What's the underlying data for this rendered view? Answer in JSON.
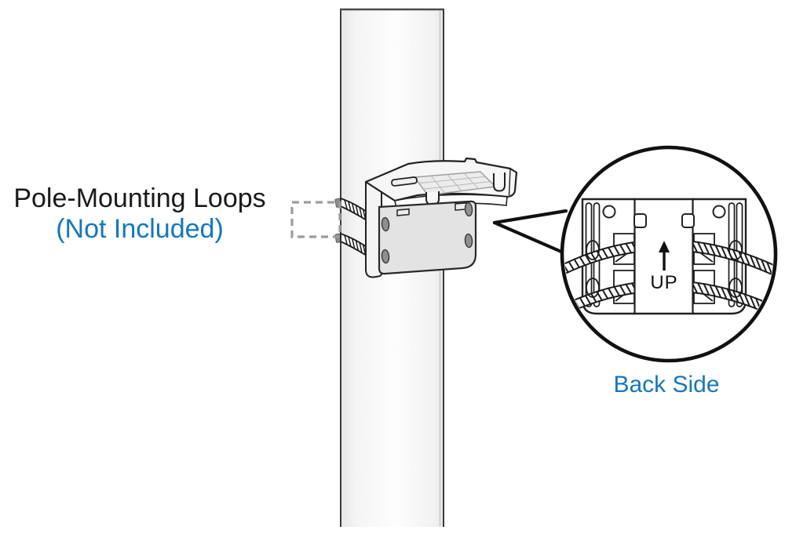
{
  "labels": {
    "pole_mounting_loops": "Pole-Mounting Loops",
    "not_included": "(Not Included)",
    "back_side": "Back Side",
    "up": "UP"
  },
  "colors": {
    "accent_blue": "#1477be",
    "ink": "#1a1a1a",
    "dash_gray": "#9c9c9c",
    "line_black": "#1c1c1c",
    "plate_gray": "#e3e3e3",
    "hole_gray": "#8f8f8f"
  }
}
